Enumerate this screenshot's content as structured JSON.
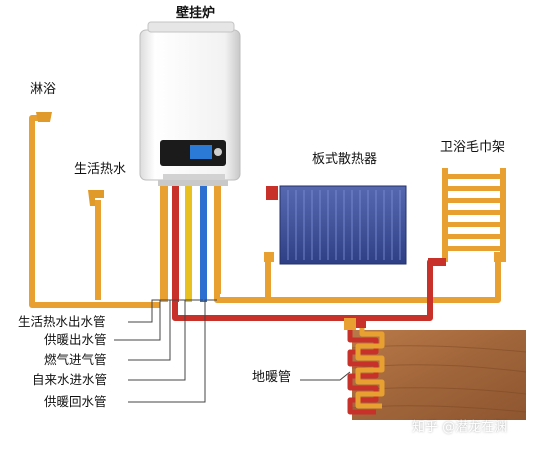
{
  "labels": {
    "boiler": "壁挂炉",
    "shower": "淋浴",
    "domestic_hot_water": "生活热水",
    "panel_radiator": "板式散热器",
    "towel_rack": "卫浴毛巾架",
    "underfloor_pipe": "地暖管"
  },
  "pipe_legend": [
    "生活热水出水管",
    "供暖出水管",
    "燃气进气管",
    "自来水进水管",
    "供暖回水管"
  ],
  "watermark": "知乎 @潜龙在渊",
  "colors": {
    "supply_pipe": "#e8a030",
    "return_pipe": "#c8302a",
    "gas_pipe": "#e8c020",
    "cold_water_pipe": "#2c6fd0",
    "radiator": "#3a4f9c",
    "floor_wood": "#a66a3c"
  }
}
